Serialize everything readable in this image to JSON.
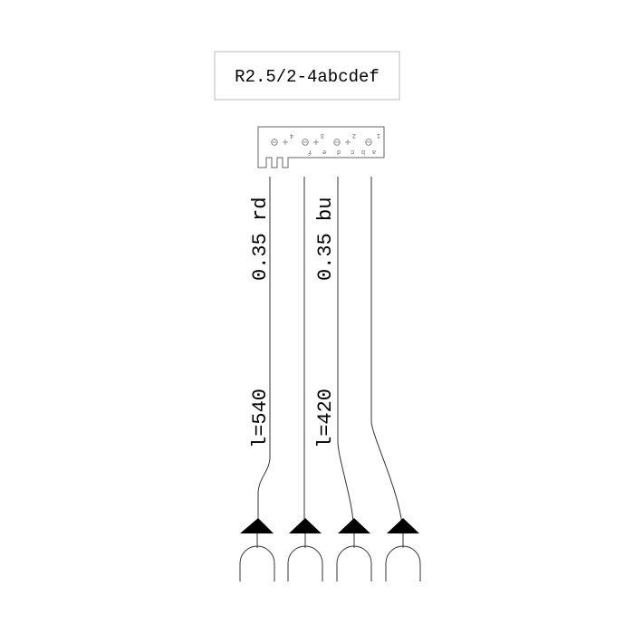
{
  "connector": {
    "part_number": "R2.5/2-4abcdef",
    "pin_numbers": [
      "1",
      "2",
      "3",
      "4"
    ],
    "contact_letters": [
      "a",
      "b",
      "c",
      "d",
      "e",
      "f"
    ]
  },
  "wires": [
    {
      "spec": "0.35 rd",
      "length": "l=540"
    },
    {
      "spec": "0.35 bu",
      "length": "l=420"
    }
  ],
  "colors": {
    "line": "#333333",
    "box_border": "#bbbbbb",
    "symbol_fill": "#000000"
  }
}
